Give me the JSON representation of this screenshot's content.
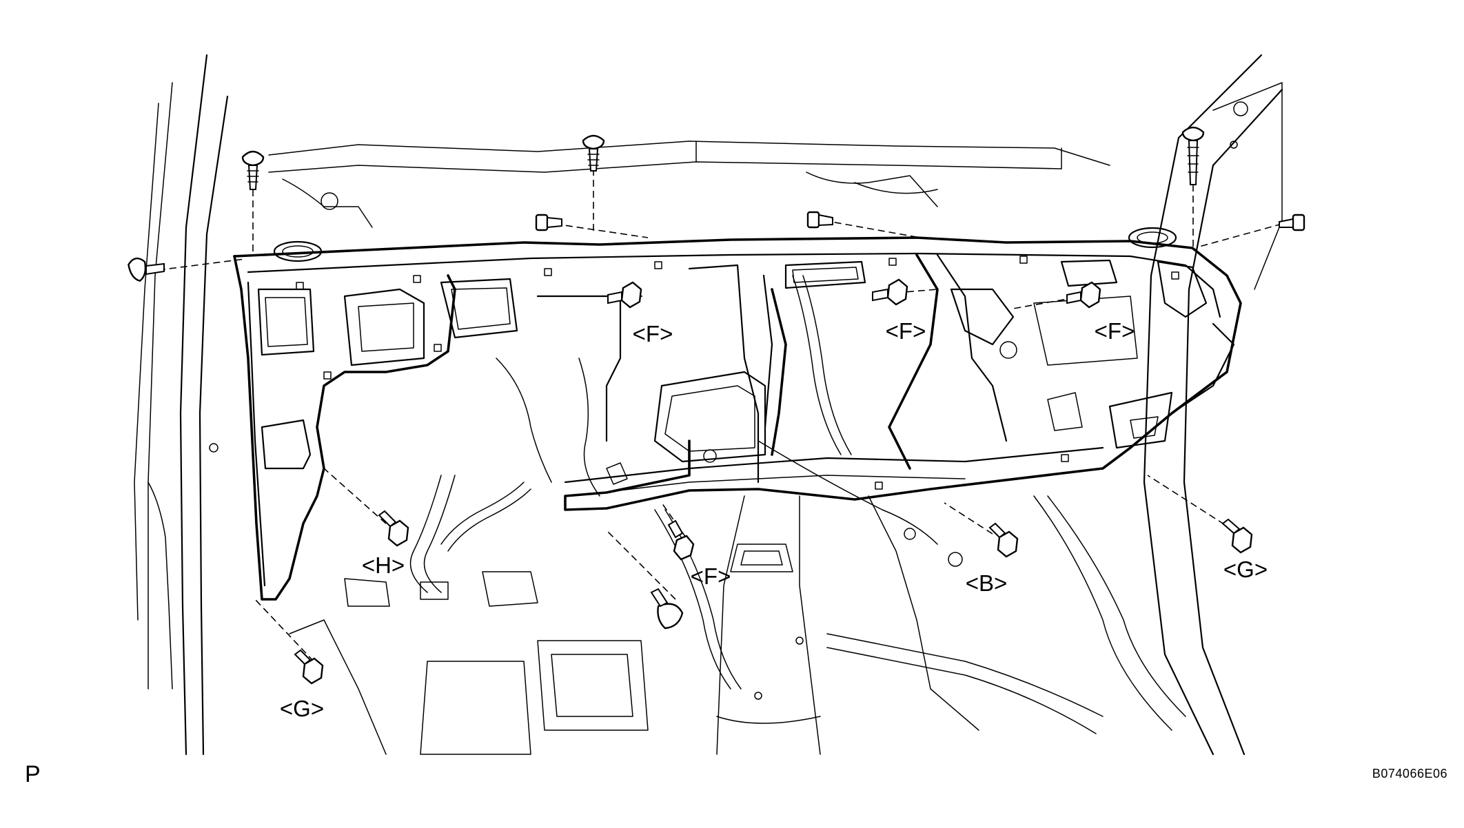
{
  "callouts": {
    "f_center_left": "<F>",
    "f_center_mid": "<F>",
    "f_right": "<F>",
    "f_lower": "<F>",
    "h": "<H>",
    "b": "<B>",
    "g_left": "<G>",
    "g_right": "<G>"
  },
  "corner_mark": "P",
  "figure_code": "B074066E06",
  "colors": {
    "line": "#000000",
    "background": "#ffffff"
  }
}
